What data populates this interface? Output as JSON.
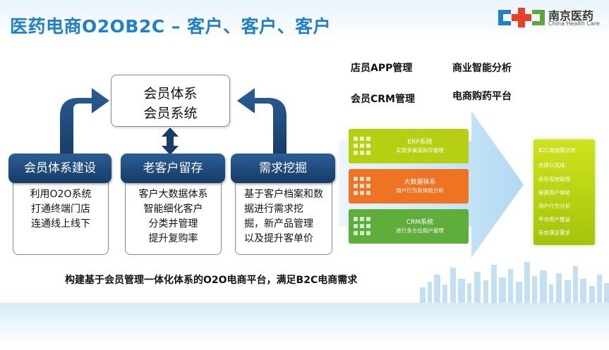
{
  "header": {
    "title": "医药电商O2OB2C – 客户、客户、客户"
  },
  "logo": {
    "name_cn": "南京医药",
    "name_en": "China Health Care"
  },
  "member_box": {
    "line1": "会员体系",
    "line2": "会员系统"
  },
  "columns": [
    {
      "heading": "会员体系建设",
      "lines": [
        "利用O2O系统",
        "打通终端门店",
        "连通线上线下"
      ]
    },
    {
      "heading": "老客户留存",
      "lines": [
        "客户大数据体系",
        "智能细化客户",
        "分类并管理",
        "提升复购率"
      ]
    },
    {
      "heading": "需求挖掘",
      "lines": [
        "基于客户档案和数",
        "据进行需求挖",
        "掘，新产品管理",
        "以及提升客单价"
      ]
    }
  ],
  "caption": "构建基于会员管理一体化体系的O2O电商平台，满足B2C电商需求",
  "right_labels": [
    "店员APP管理",
    "商业智能分析",
    "会员CRM管理",
    "电商购药平台"
  ],
  "systems": [
    {
      "name": "ERP系统",
      "desc": "实现多渠道库存管理",
      "color": "#b7cf12"
    },
    {
      "name": "大数据体系",
      "desc": "用户行为及体验分析",
      "color": "#ee7424"
    },
    {
      "name": "CRM系统",
      "desc": "进行多方位用户管理",
      "color": "#5fae3c"
    }
  ],
  "b2c": {
    "title": "B2C商城需达到",
    "subtitle": "支撑以完成：",
    "items": [
      "库存有效管理",
      "提高用户体验",
      "用户行为分析",
      "平台用户推送",
      "有效满足需求"
    ]
  },
  "colors": {
    "title_blue": "#1f7fc9",
    "header_navy": "#1f4a7d",
    "arrow_light": "#bfe0f4"
  }
}
